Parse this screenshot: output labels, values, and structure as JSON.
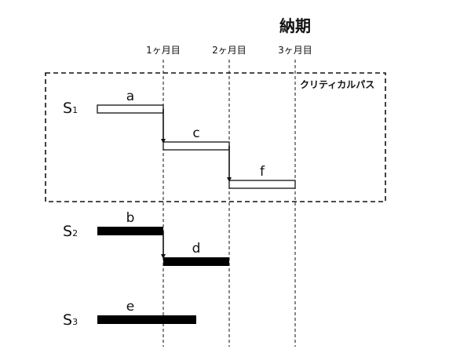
{
  "diagram": {
    "title": "納期",
    "milestones": [
      "1ヶ月目",
      "2ヶ月目",
      "3ヶ月目"
    ],
    "critical_path_label": "クリティカルパス",
    "sequences": [
      {
        "letter": "S",
        "index": "1"
      },
      {
        "letter": "S",
        "index": "2"
      },
      {
        "letter": "S",
        "index": "3"
      }
    ],
    "tasks": [
      {
        "label": "a",
        "sequence": 1,
        "start": 0,
        "end": 1,
        "style": "outline"
      },
      {
        "label": "c",
        "sequence": 1,
        "start": 1,
        "end": 2,
        "style": "outline"
      },
      {
        "label": "f",
        "sequence": 1,
        "start": 2,
        "end": 3,
        "style": "outline"
      },
      {
        "label": "b",
        "sequence": 2,
        "start": 0,
        "end": 1,
        "style": "filled"
      },
      {
        "label": "d",
        "sequence": 2,
        "start": 1,
        "end": 2,
        "style": "filled"
      },
      {
        "label": "e",
        "sequence": 3,
        "start": 0,
        "end": 1.5,
        "style": "filled"
      }
    ],
    "colors": {
      "ink": "#111111",
      "outline_fill": "#ffffff",
      "filled": "#000000"
    }
  }
}
